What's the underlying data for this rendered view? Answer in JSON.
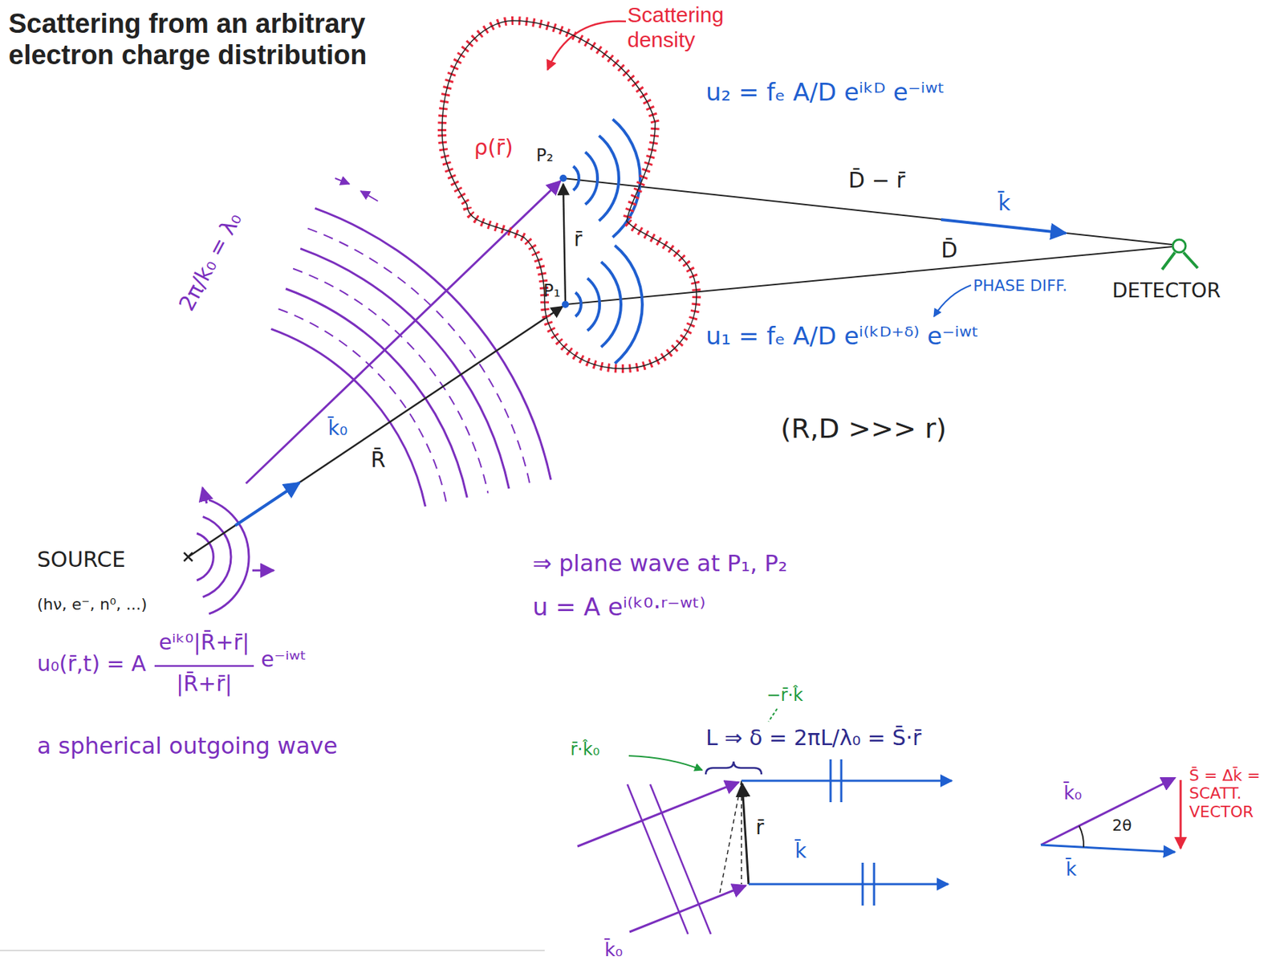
{
  "diagram": {
    "title": "Scattering from an arbitrary electron charge distribution",
    "nodes": [
      {
        "text": [
          "ρ(r̄)",
          "P₂",
          "P₁"
        ]
      }
    ],
    "labels": [
      "Scattering density",
      "u₂ = fₑ A/D eⁱᵏᴰ e⁻ⁱʷᵗ",
      "D̄ − r̄",
      "k̄",
      "r̄",
      "D̄",
      "PHASE DIFF.",
      "DETECTOR",
      "u₁ = fₑ A/D eⁱ⁽ᵏᴰ⁺ᵟ⁾ e⁻ⁱʷᵗ",
      "(R,D >>> r)",
      "2π/k₀ = λ₀",
      "k̄₀",
      "R̄",
      "SOURCE",
      "(hν, e⁻, n⁰, ...)",
      "u₀(r̄,t) = A",
      "eⁱᵏ⁰|R̄+r̄|",
      "|R̄+r̄|",
      "e⁻ⁱʷᵗ",
      "a spherical outgoing wave",
      "⇒ plane wave at P₁, P₂",
      "u = A eⁱ⁽ᵏ⁰·ʳ⁻ʷᵗ⁾",
      "−r̄·k̂",
      "L ⇒ δ = 2πL/λ₀ = S̄·r̄",
      "r̄·k̂₀",
      "r̄",
      "k̄",
      "k̄₀",
      "k̄₀",
      "2θ",
      "k̄",
      "S̄ = Δk̄ = SCATT. VECTOR"
    ]
  }
}
